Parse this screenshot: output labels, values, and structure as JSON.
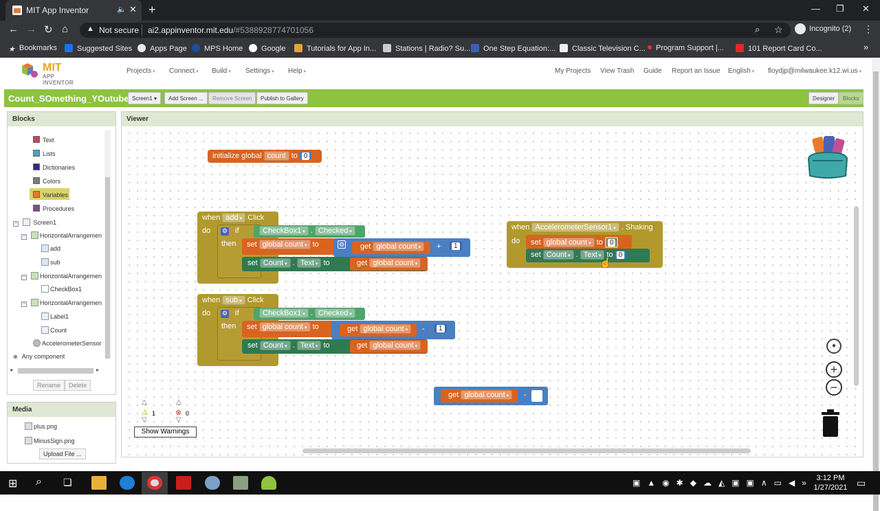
{
  "browser": {
    "tab_title": "MIT App Inventor",
    "tab_mute_icon": "🔈",
    "tab_close": "✕",
    "new_tab": "+",
    "win_min": "—",
    "win_max": "❐",
    "win_close": "✕",
    "not_secure": "Not secure",
    "url_host": "ai2.appinventor.mit.edu",
    "url_path": "/#5388928774701056",
    "incognito": "Incognito (2)",
    "bookmarks": [
      "Bookmarks",
      "Suggested Sites",
      "Apps Page",
      "MPS Home",
      "Google",
      "Tutorials for App In...",
      "Stations | Radio? Su...",
      "One Step Equation:...",
      "Classic Television C...",
      "Program Support |...",
      "101 Report Card Co..."
    ]
  },
  "ai": {
    "logo_mit": "MIT",
    "logo_sub": "APP INVENTOR",
    "menus": [
      "Projects",
      "Connect",
      "Build",
      "Settings",
      "Help"
    ],
    "links": [
      "My Projects",
      "View Trash",
      "Guide",
      "Report an Issue",
      "English",
      "floydjp@milwaukee.k12.wi.us"
    ],
    "project_name": "Count_SOmething_YOutube",
    "screen_btn": "Screen1 ▾",
    "add_screen": "Add Screen ...",
    "remove_screen": "Remove Screen",
    "publish": "Publish to Gallery",
    "designer": "Designer",
    "blocks_btn": "Blocks"
  },
  "blocks_panel": {
    "title": "Blocks",
    "builtins": [
      {
        "label": "Text",
        "color": "#c4445c"
      },
      {
        "label": "Lists",
        "color": "#4aa3c4"
      },
      {
        "label": "Dictionaries",
        "color": "#2c2a8c"
      },
      {
        "label": "Colors",
        "color": "#7b7b7b"
      },
      {
        "label": "Variables",
        "color": "#e07b35"
      },
      {
        "label": "Procedures",
        "color": "#7c4f86"
      }
    ],
    "tree": [
      "Screen1",
      "HorizontalArrangemen",
      "add",
      "sub",
      "HorizontalArrangemen",
      "CheckBox1",
      "HorizontalArrangemen",
      "Label1",
      "Count",
      "AccelerometerSensor",
      "Any component"
    ],
    "rename": "Rename",
    "delete": "Delete"
  },
  "media_panel": {
    "title": "Media",
    "files": [
      "plus.png",
      "MinusSign.png"
    ],
    "upload": "Upload File ..."
  },
  "viewer": {
    "title": "Viewer",
    "warnings_count": "1",
    "errors_count": "0",
    "show_warnings": "Show Warnings"
  },
  "blocks": {
    "init": {
      "label": "initialize global",
      "var": "count",
      "to": "to",
      "value": "0"
    },
    "add_event": {
      "when": "when",
      "component": "add",
      "event": "Click",
      "do": "do",
      "if": "if",
      "checkbox": "CheckBox1",
      "checked": "Checked",
      "then": "then",
      "set": "set",
      "global_count": "global count",
      "to": "to",
      "get": "get",
      "plus": "+",
      "one": "1",
      "count": "Count",
      "text": "Text"
    },
    "sub_event": {
      "when": "when",
      "component": "sub",
      "event": "Click",
      "minus": "-",
      "one": "1"
    },
    "accel_event": {
      "when": "when",
      "component": "AccelerometerSensor1",
      "event": "Shaking",
      "zero": "0"
    },
    "loose": {
      "get": "get",
      "global_count": "global count",
      "minus": "-"
    }
  },
  "taskbar": {
    "time": "3:12 PM",
    "date": "1/27/2021"
  }
}
